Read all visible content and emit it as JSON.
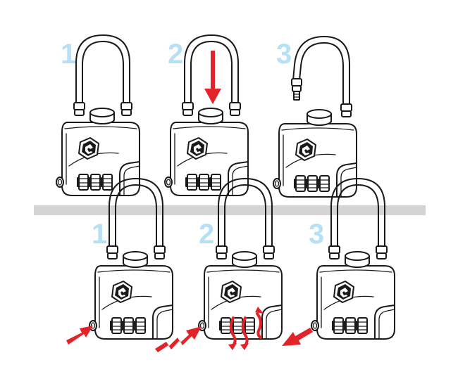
{
  "figure": {
    "background": "#ffffff",
    "separator_color": "#d4d4d4",
    "step_number_color": "#b7dff5",
    "outline_color": "#1a1a1a",
    "arrow_color": "#e3232a"
  },
  "rows": [
    {
      "name": "top-row",
      "steps": [
        {
          "number": "1",
          "shackle": "closed",
          "arrows": []
        },
        {
          "number": "2",
          "shackle": "closed",
          "arrows": [
            "push-down-arrow"
          ]
        },
        {
          "number": "3",
          "shackle": "released",
          "arrows": []
        }
      ]
    },
    {
      "name": "bottom-row",
      "steps": [
        {
          "number": "1",
          "shackle": "closed",
          "arrows": [
            "press-side-button-arrow"
          ]
        },
        {
          "number": "2",
          "shackle": "closed",
          "arrows": [
            "hold-button-arrow",
            "turn-dials-arrows"
          ]
        },
        {
          "number": "3",
          "shackle": "closed",
          "arrows": [
            "release-button-arrow"
          ]
        }
      ]
    }
  ]
}
